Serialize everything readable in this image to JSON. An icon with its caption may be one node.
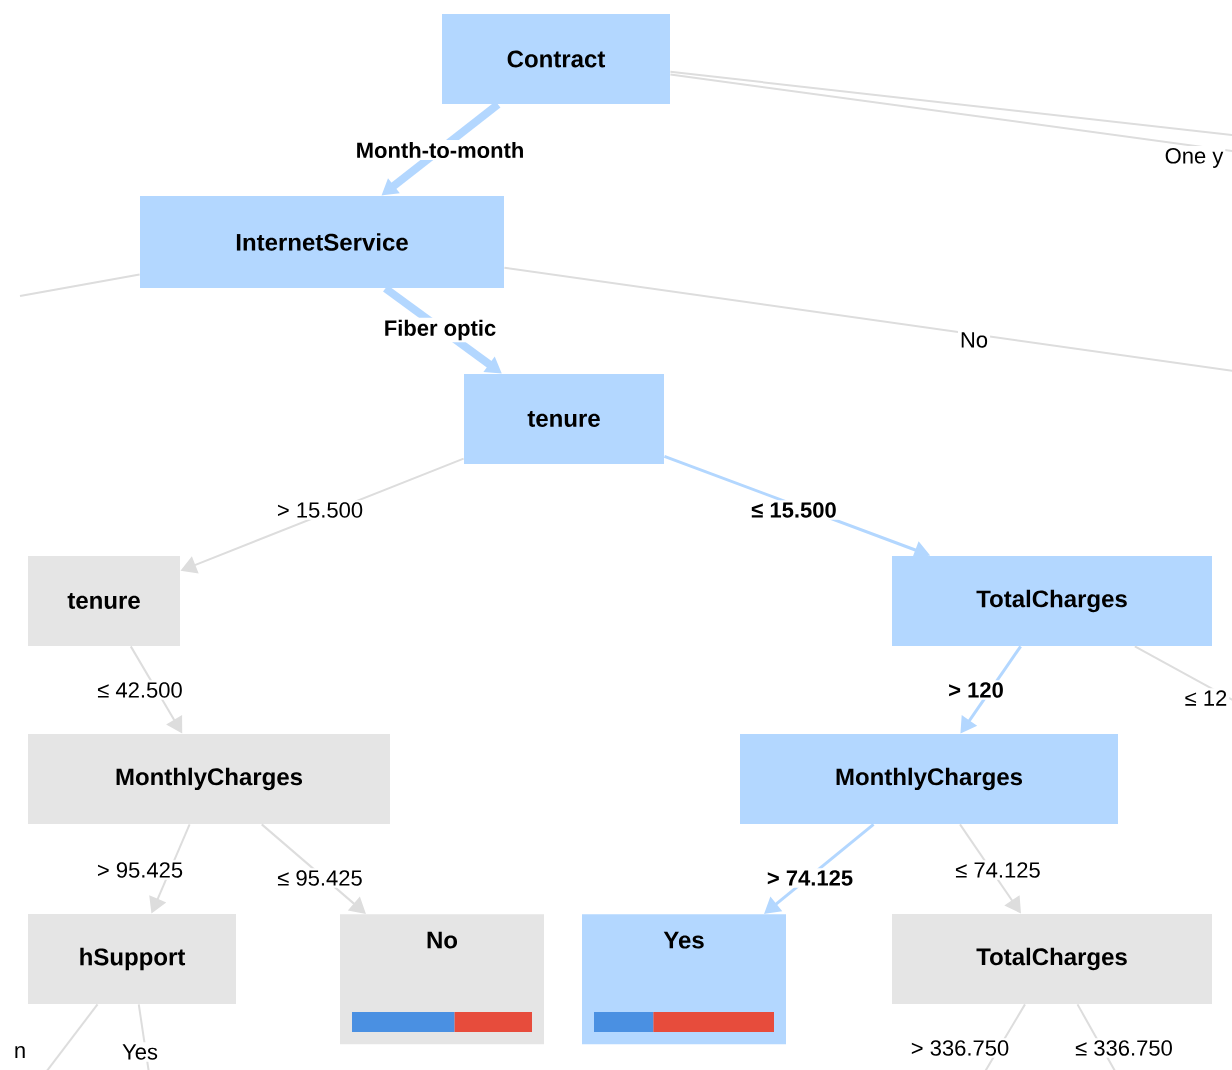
{
  "diagram": {
    "nodes": [
      {
        "text": [
          "Contract"
        ]
      },
      {
        "text": [
          "InternetService"
        ]
      },
      {
        "text": [
          "tenure"
        ]
      },
      {
        "text": [
          "tenure"
        ]
      },
      {
        "text": [
          "TotalCharges"
        ]
      },
      {
        "text": [
          "MonthlyCharges"
        ]
      },
      {
        "text": [
          "MonthlyCharges"
        ]
      },
      {
        "text": [
          "hSupport"
        ]
      },
      {
        "text": [
          "No"
        ]
      },
      {
        "text": [
          "Yes"
        ]
      },
      {
        "text": [
          "TotalCharges"
        ]
      }
    ],
    "edges": [
      {
        "from": 0,
        "to": 1,
        "arrow": "to",
        "label": "Month-to-month",
        "style": "thick",
        "color": "#b3d7ff"
      },
      {
        "from": 0,
        "to": null,
        "arrow": "none",
        "label": "One y"
      },
      {
        "from": 0,
        "to": null,
        "arrow": "none"
      },
      {
        "from": 1,
        "to": null,
        "arrow": "none"
      },
      {
        "from": 1,
        "to": 2,
        "arrow": "to",
        "label": "Fiber optic",
        "style": "thick",
        "color": "#b3d7ff"
      },
      {
        "from": 1,
        "to": null,
        "arrow": "none",
        "label": "No"
      },
      {
        "from": 2,
        "to": 3,
        "arrow": "to",
        "label": "> 15.500"
      },
      {
        "from": 2,
        "to": 4,
        "arrow": "to",
        "label": "≤ 15.500",
        "color": "#b3d7ff"
      },
      {
        "from": 3,
        "to": 5,
        "arrow": "to",
        "label": "≤ 42.500"
      },
      {
        "from": 4,
        "to": 6,
        "arrow": "to",
        "label": "> 120",
        "color": "#b3d7ff"
      },
      {
        "from": 4,
        "to": null,
        "arrow": "none",
        "label": "≤ 12"
      },
      {
        "from": 5,
        "to": 7,
        "arrow": "to",
        "label": "> 95.425"
      },
      {
        "from": 5,
        "to": 8,
        "arrow": "to",
        "label": "≤ 95.425"
      },
      {
        "from": 6,
        "to": 9,
        "arrow": "to",
        "label": "> 74.125",
        "color": "#b3d7ff"
      },
      {
        "from": 6,
        "to": 10,
        "arrow": "to",
        "label": "≤ 74.125"
      },
      {
        "from": 7,
        "to": null,
        "arrow": "none",
        "label": "n"
      },
      {
        "from": 7,
        "to": null,
        "arrow": "none",
        "label": "Yes"
      },
      {
        "from": 10,
        "to": null,
        "arrow": "none",
        "label": "> 336.750"
      },
      {
        "from": 10,
        "to": null,
        "arrow": "none",
        "label": "≤ 336.750"
      }
    ]
  }
}
